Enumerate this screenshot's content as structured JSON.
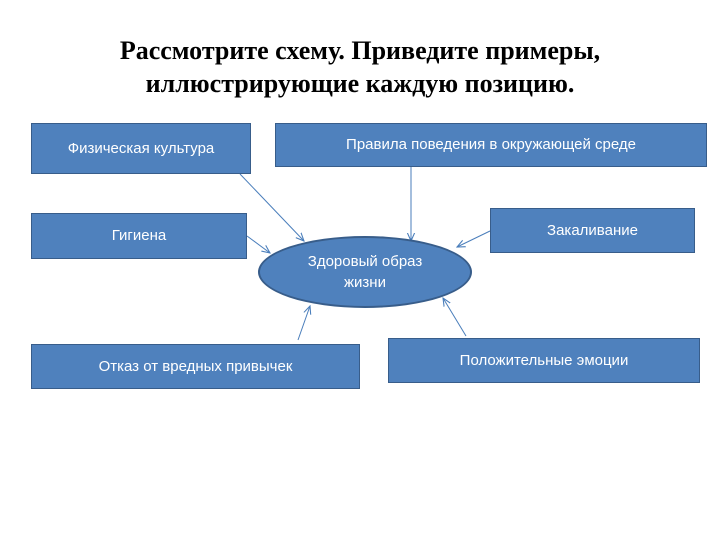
{
  "title": {
    "line1": "Рассмотрите схему. Приведите примеры,",
    "line2": "иллюстрирующие каждую позицию."
  },
  "center": {
    "label": "Здоровый образ жизни"
  },
  "nodes": {
    "physical_culture": "Физическая культура",
    "behavior_rules": "Правила поведения в окружающей среде",
    "hygiene": "Гигиена",
    "hardening": "Закаливание",
    "bad_habits": "Отказ от вредных привычек",
    "positive_emotions": "Положительные эмоции"
  },
  "colors": {
    "box_fill": "#4f81bd",
    "box_border": "#385d8a",
    "arrow": "#4a7ebb",
    "text_on_box": "#ffffff"
  }
}
